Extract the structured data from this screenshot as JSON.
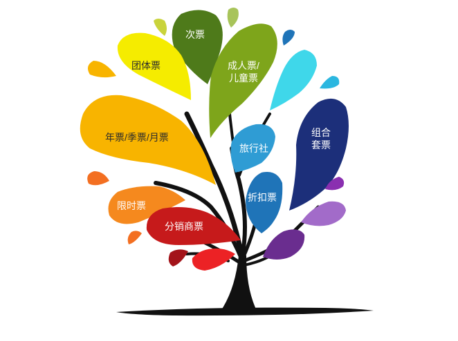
{
  "leaves": {
    "cishu": "次票",
    "tuanti": "团体票",
    "chengren_line1": "成人票/",
    "chengren_line2": "儿童票",
    "nianpiao": "年票/季票/月票",
    "lvxingshe": "旅行社",
    "zuhe_line1": "组合",
    "zuhe_line2": "套票",
    "zhekou": "折扣票",
    "xianshi": "限时票",
    "fenxiao": "分销商票"
  },
  "colors": {
    "trunk": "#111111",
    "cishu": "#4e7a1a",
    "tuanti": "#f5ec00",
    "chengren": "#7ea51b",
    "nianpiao": "#f8b400",
    "lvxingshe": "#2f9cd4",
    "zuhe": "#1c2f7a",
    "zhekou": "#1f74b8",
    "xianshi": "#f5891e",
    "fenxiao": "#c61a1b",
    "cyan": "#3fd7ea",
    "purple": "#a26bc9",
    "violet": "#6a2d8f",
    "red": "#ec2225"
  }
}
